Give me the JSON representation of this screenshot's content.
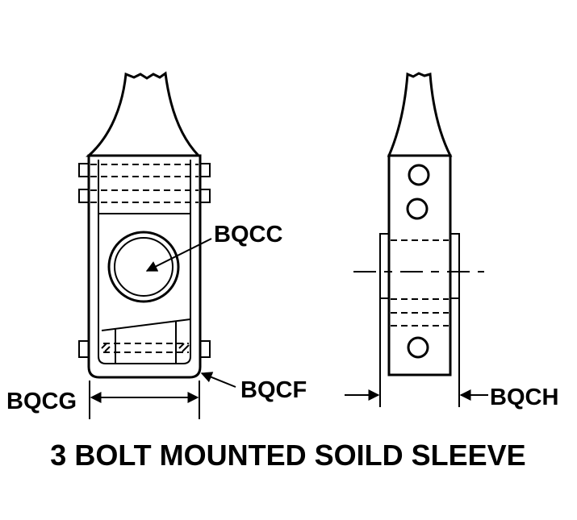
{
  "callouts": {
    "bqcc": "BQCC",
    "bqcf": "BQCF",
    "bqcg": "BQCG",
    "bqch": "BQCH"
  },
  "caption": "3 BOLT MOUNTED SOILD SLEEVE"
}
